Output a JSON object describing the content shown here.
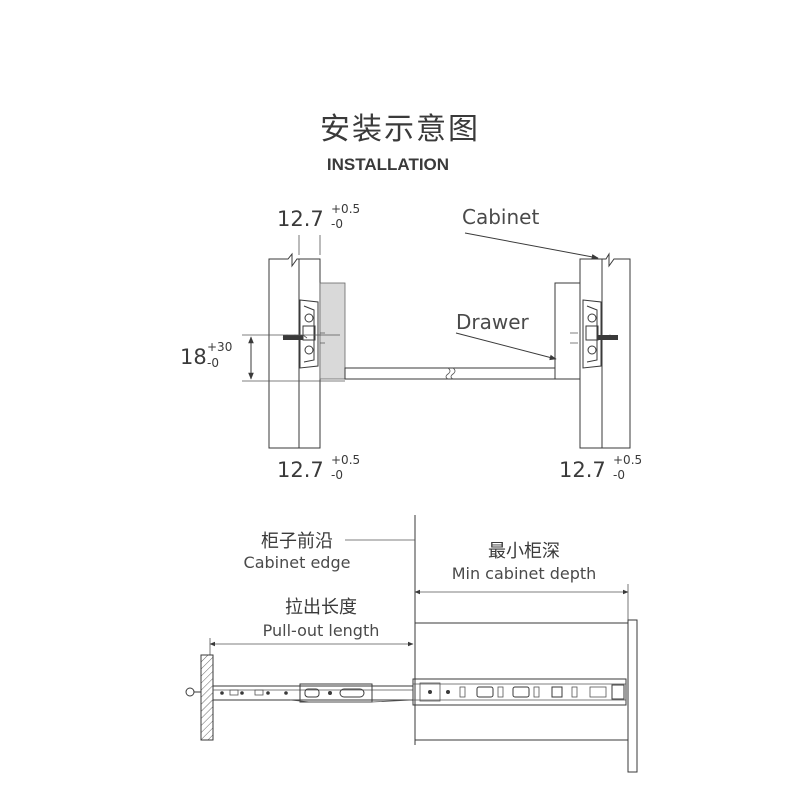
{
  "header": {
    "title_zh": "安装示意图",
    "title_en": "INSTALLATION"
  },
  "top_diagram": {
    "label_cabinet": "Cabinet",
    "label_drawer": "Drawer",
    "dim_top_left": {
      "value": "12.7",
      "plus": "+0.5",
      "minus": "-0"
    },
    "dim_height": {
      "value": "18",
      "plus": "+30",
      "minus": "-0"
    },
    "dim_bottom_left": {
      "value": "12.7",
      "plus": "+0.5",
      "minus": "-0"
    },
    "dim_bottom_right": {
      "value": "12.7",
      "plus": "+0.5",
      "minus": "-0"
    }
  },
  "bottom_diagram": {
    "cabinet_edge_zh": "柜子前沿",
    "cabinet_edge_en": "Cabinet edge",
    "min_depth_zh": "最小柜深",
    "min_depth_en": "Min cabinet depth",
    "pullout_zh": "拉出长度",
    "pullout_en": "Pull-out length"
  },
  "colors": {
    "line": "#3a3a3a",
    "panel_fill": "#ffffff",
    "drawer_fill": "#d9d9d9"
  }
}
